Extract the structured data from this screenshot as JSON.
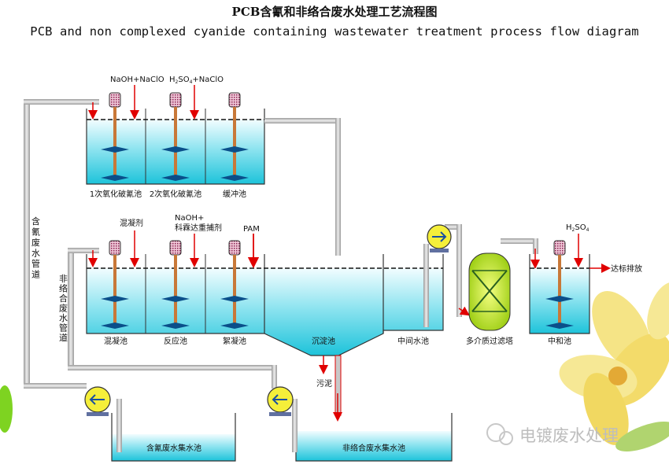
{
  "title_cn": "PCB含氰和非络合废水处理工艺流程图",
  "title_en": "PCB and non complexed cyanide containing wastewater treatment process flow diagram",
  "reagents": {
    "naoh_naclo": "NaOH+NaClO",
    "h2so4_naclo_sym": "H",
    "h2so4_naclo_sub1": "2",
    "h2so4_naclo_mid": "SO",
    "h2so4_naclo_sub2": "4",
    "h2so4_naclo_rest": "+NaClO",
    "coagulant": "混凝剂",
    "naoh_plus": "NaOH+",
    "capture_agent": "科霖达重捕剂",
    "pam": "PAM",
    "h2so4_sym": "H",
    "h2so4_sub1": "2",
    "h2so4_mid": "SO",
    "h2so4_sub2": "4"
  },
  "tanks_top": [
    "1次氧化破氰池",
    "2次氧化破氰池",
    "缓冲池"
  ],
  "tanks_mid": [
    "混凝池",
    "反应池",
    "絮凝池",
    "沉淀池",
    "中间水池"
  ],
  "filter_label": "多介质过滤塔",
  "neutral_label": "中和池",
  "sludge_label": "污泥",
  "discharge_label": "达标排放",
  "pipe_cyanide_label": "含氰废水管道",
  "pipe_noncomplex_label": "非络合废水管道",
  "collect_cyanide": "含氰废水集水池",
  "collect_noncomplex": "非络合废水集水池",
  "watermark": "电镀废水处理",
  "colors": {
    "water_top": "#e8fbff",
    "water_bottom": "#1fc6dc",
    "pipe": "#b8b8b8",
    "arrow": "#e00000",
    "pump": "#f5ef3a",
    "filter": "#c8e83a"
  }
}
